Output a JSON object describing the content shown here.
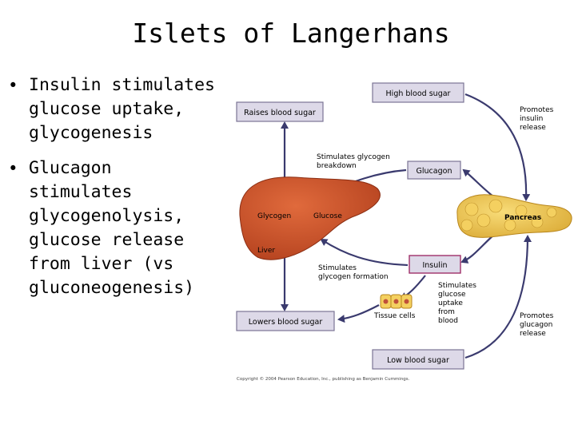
{
  "slide": {
    "title": "Islets of Langerhans",
    "bullets": [
      {
        "text": "Insulin stimulates\nglucose uptake,\nglycogenesis"
      },
      {
        "text": "Glucagon\nstimulates\nglycogenolysis,\nglucose release\nfrom liver (vs\ngluconeogenesis)"
      }
    ]
  },
  "diagram": {
    "boxes": {
      "high_blood_sugar": "High blood sugar",
      "raises_blood_sugar": "Raises blood sugar",
      "glucagon": "Glucagon",
      "insulin": "Insulin",
      "lowers_blood_sugar": "Lowers blood sugar",
      "low_blood_sugar": "Low blood sugar"
    },
    "labels": {
      "promotes_insulin": [
        "Promotes",
        "insulin",
        "release"
      ],
      "stimulates_breakdown": [
        "Stimulates glycogen",
        "breakdown"
      ],
      "pancreas": "Pancreas",
      "glycogen": "Glycogen",
      "glucose": "Glucose",
      "liver": "Liver",
      "stimulates_formation": [
        "Stimulates",
        "glycogen formation"
      ],
      "stimulates_uptake": [
        "Stimulates",
        "glucose",
        "uptake",
        "from",
        "blood"
      ],
      "tissue_cells": "Tissue cells",
      "promotes_glucagon": [
        "Promotes",
        "glucagon",
        "release"
      ]
    },
    "copyright": "Copyright © 2004 Pearson Education, Inc., publishing as Benjamin Cummings."
  },
  "colors": {
    "box_fill": "#ddd9e8",
    "box_stroke": "#7b7595",
    "insulin_stroke": "#a0306a",
    "arrow": "#3a3a6e",
    "liver": "#c9502a",
    "pancreas": "#f0c84a"
  }
}
